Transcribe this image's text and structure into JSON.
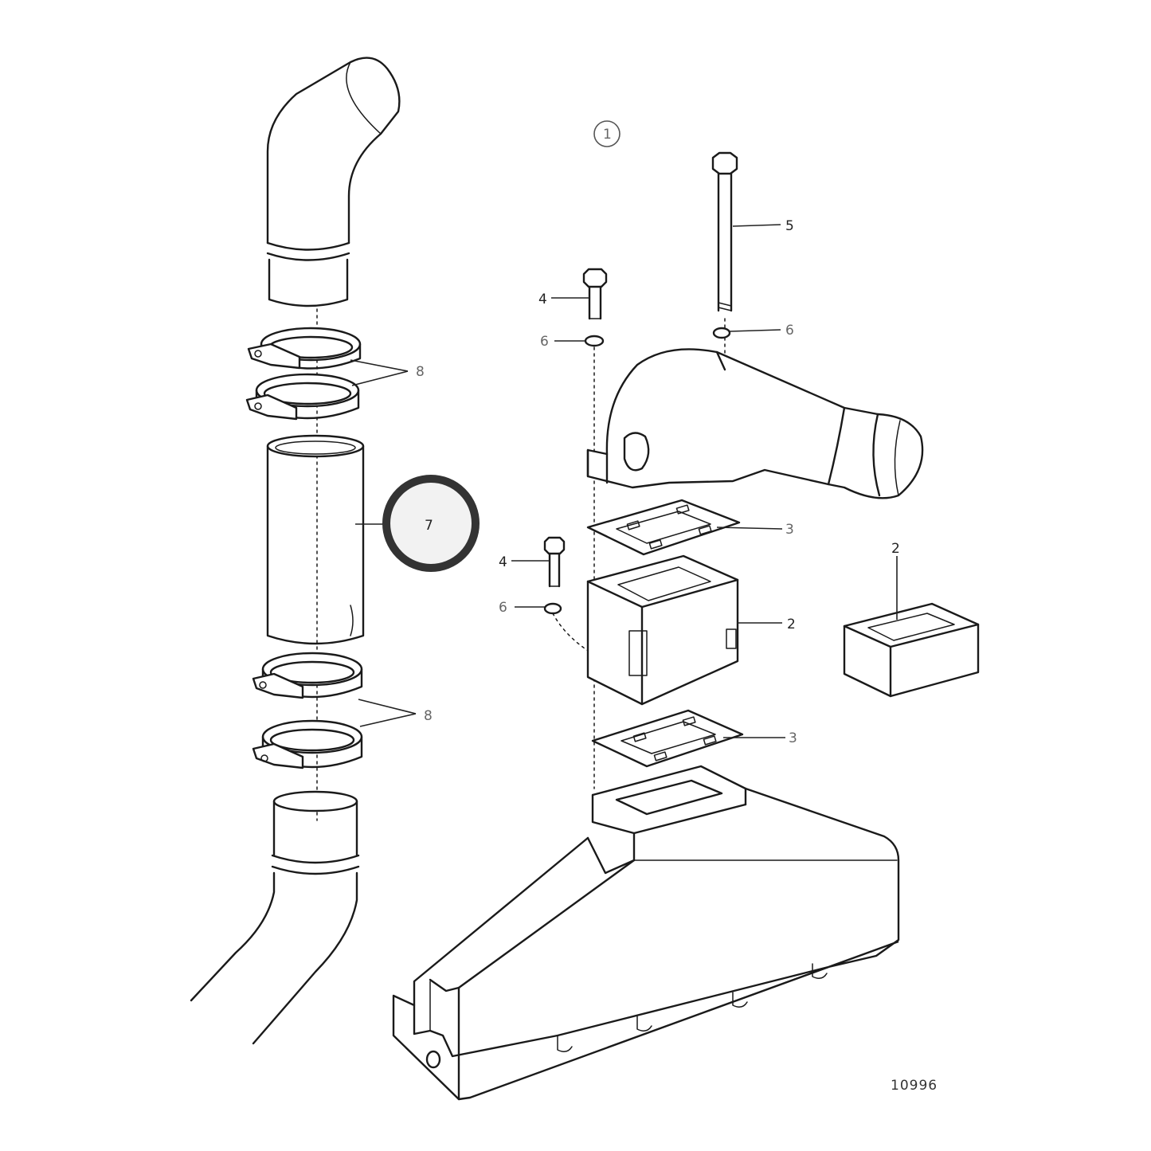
{
  "diagram": {
    "group_marker": "1",
    "drawing_number": "10996",
    "callouts": {
      "bolt_long": "5",
      "bolt_upper": "4",
      "bolt_lower": "4",
      "washer_upper_left": "6",
      "washer_upper_right": "6",
      "washer_lower": "6",
      "gasket_upper": "3",
      "gasket_lower": "3",
      "spacer_main": "2",
      "spacer_alt": "2",
      "hose_clamps_upper": "8",
      "hose_clamps_lower": "8",
      "hose_highlighted": "7"
    },
    "colors": {
      "line": "#1a1a1a",
      "highlight_ring": "#333333",
      "highlight_fill": "#f2f2f2"
    }
  }
}
